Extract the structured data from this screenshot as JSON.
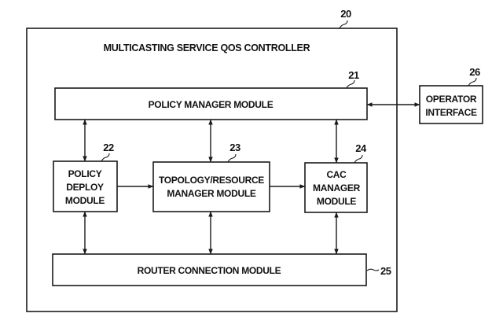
{
  "diagram": {
    "title": "MULTICASTING SERVICE QOS CONTROLLER",
    "controller_ref": "20",
    "modules": {
      "policy_manager": {
        "ref": "21",
        "lines": [
          "POLICY MANAGER MODULE"
        ]
      },
      "policy_deploy": {
        "ref": "22",
        "lines": [
          "POLICY",
          "DEPLOY",
          "MODULE"
        ]
      },
      "topology_resource": {
        "ref": "23",
        "lines": [
          "TOPOLOGY/RESOURCE",
          "MANAGER MODULE"
        ]
      },
      "cac_manager": {
        "ref": "24",
        "lines": [
          "CAC",
          "MANAGER",
          "MODULE"
        ]
      },
      "router_connection": {
        "ref": "25",
        "lines": [
          "ROUTER CONNECTION MODULE"
        ]
      },
      "operator_interface": {
        "ref": "26",
        "lines": [
          "OPERATOR",
          "INTERFACE"
        ]
      }
    },
    "connections": [
      {
        "from": "policy_manager",
        "to": "operator_interface",
        "direction": "bidirectional"
      },
      {
        "from": "policy_manager",
        "to": "policy_deploy",
        "direction": "bidirectional"
      },
      {
        "from": "policy_manager",
        "to": "topology_resource",
        "direction": "bidirectional"
      },
      {
        "from": "policy_manager",
        "to": "cac_manager",
        "direction": "bidirectional"
      },
      {
        "from": "policy_deploy",
        "to": "topology_resource",
        "direction": "forward"
      },
      {
        "from": "topology_resource",
        "to": "cac_manager",
        "direction": "forward"
      },
      {
        "from": "policy_deploy",
        "to": "router_connection",
        "direction": "bidirectional"
      },
      {
        "from": "topology_resource",
        "to": "router_connection",
        "direction": "bidirectional"
      },
      {
        "from": "cac_manager",
        "to": "router_connection",
        "direction": "bidirectional"
      }
    ]
  }
}
